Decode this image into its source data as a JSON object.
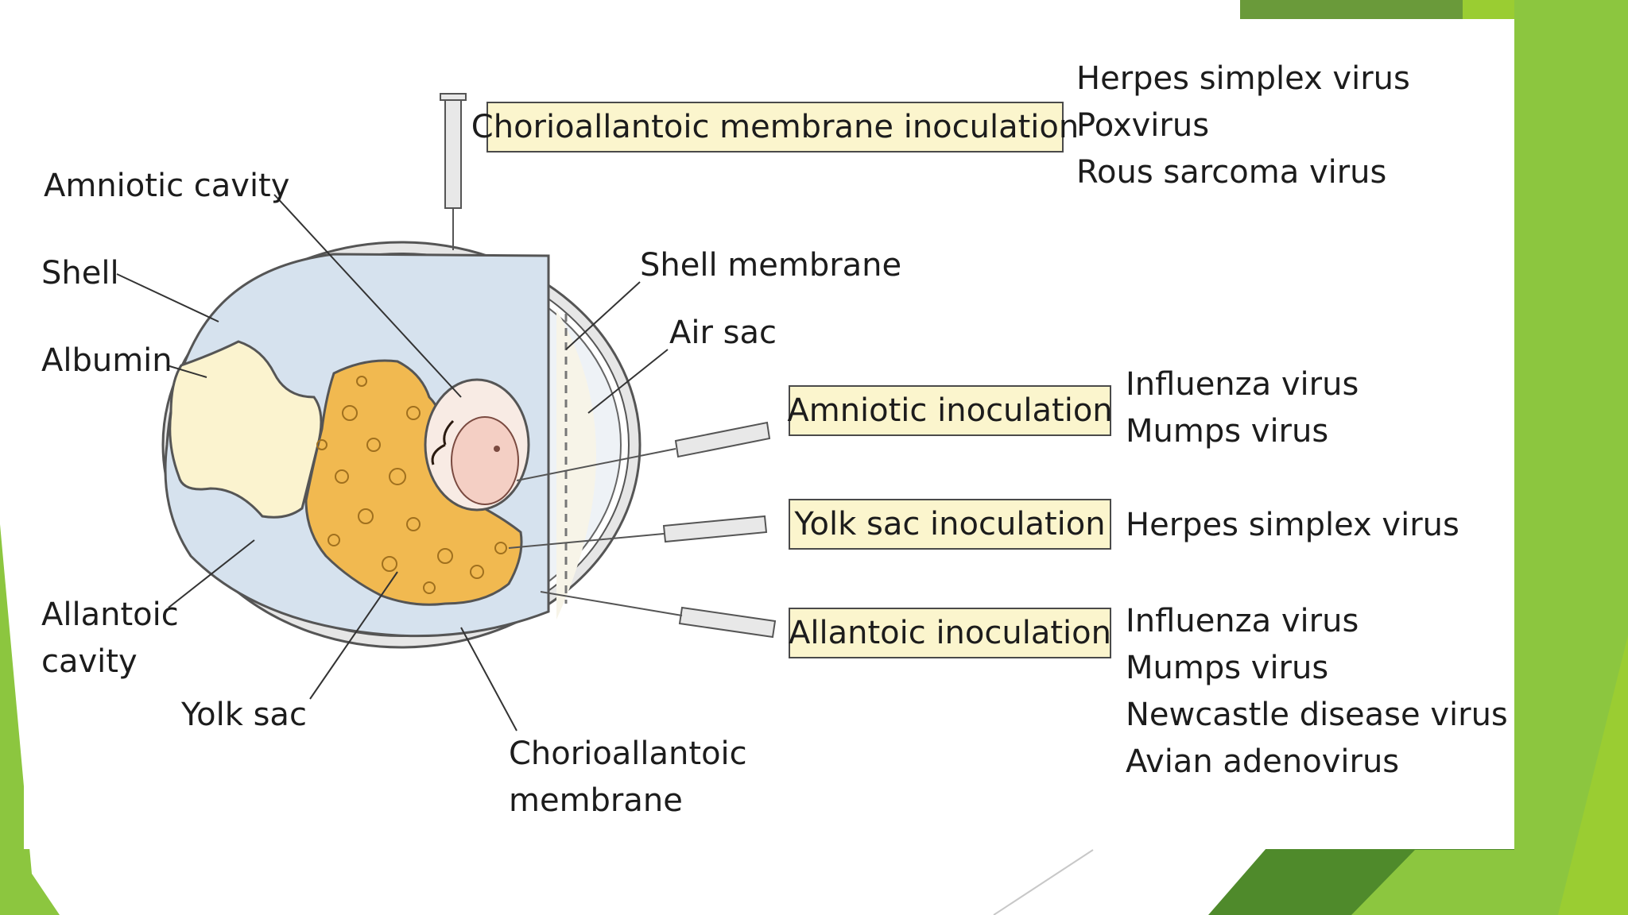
{
  "colors": {
    "slide_green_light": "#9acd32",
    "slide_green_dark": "#4f8a2b",
    "albumin": "#fbf3cf",
    "yolk": "#f1b950",
    "inner_fluid": "#d6e2ee",
    "embryo": "#f4cfc4",
    "box_fill": "#fbf5cd"
  },
  "labels": {
    "amniotic_cavity": "Amniotic cavity",
    "shell": "Shell",
    "albumin": "Albumin",
    "allantoic_cavity": "Allantoic cavity",
    "yolk_sac": "Yolk sac",
    "chorioallantoic_membrane": "Chorioallantoic membrane",
    "shell_membrane": "Shell membrane",
    "air_sac": "Air sac"
  },
  "inoculations": {
    "chorioallantoic": {
      "label": "Chorioallantoic membrane inoculation",
      "viruses": [
        "Herpes simplex virus",
        "Poxvirus",
        "Rous sarcoma virus"
      ]
    },
    "amniotic": {
      "label": "Amniotic inoculation",
      "viruses": [
        "Influenza virus",
        "Mumps virus"
      ]
    },
    "yolk_sac": {
      "label": "Yolk sac inoculation",
      "viruses": [
        "Herpes simplex virus"
      ]
    },
    "allantoic": {
      "label": "Allantoic inoculation",
      "viruses": [
        "Influenza virus",
        "Mumps virus",
        "Newcastle disease virus",
        "Avian adenovirus"
      ]
    }
  }
}
